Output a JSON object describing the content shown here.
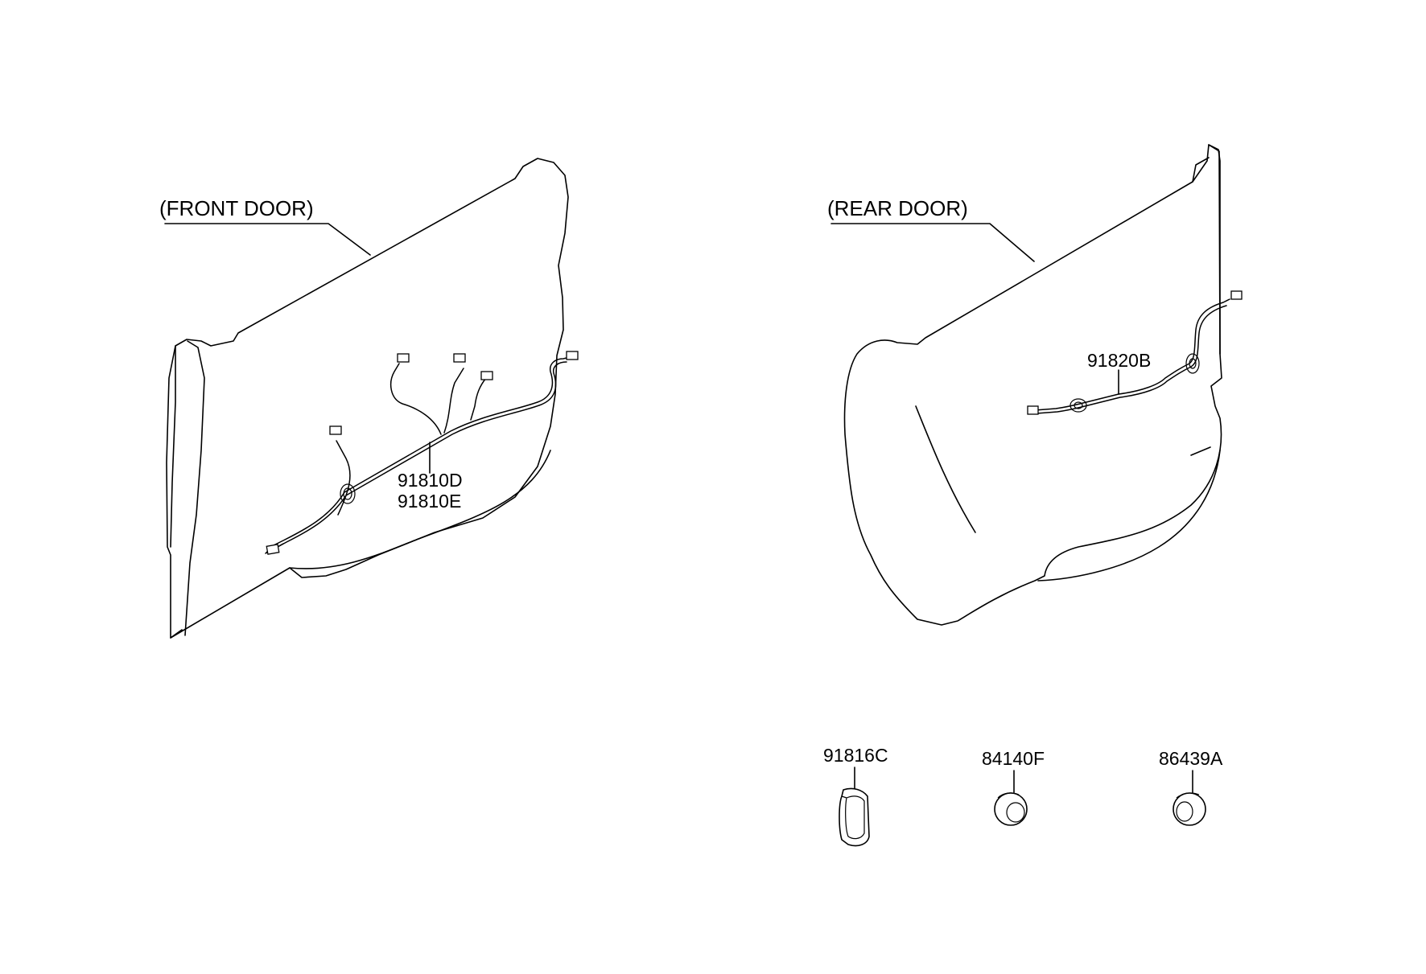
{
  "front_door": {
    "title": "(FRONT DOOR)",
    "part_labels": [
      "91810D",
      "91810E"
    ]
  },
  "rear_door": {
    "title": "(REAR DOOR)",
    "part_label": "91820B"
  },
  "loose_parts": [
    {
      "label": "91816C",
      "icon": "oval-grommet-icon"
    },
    {
      "label": "84140F",
      "icon": "round-plug-icon"
    },
    {
      "label": "86439A",
      "icon": "round-plug-icon"
    }
  ]
}
